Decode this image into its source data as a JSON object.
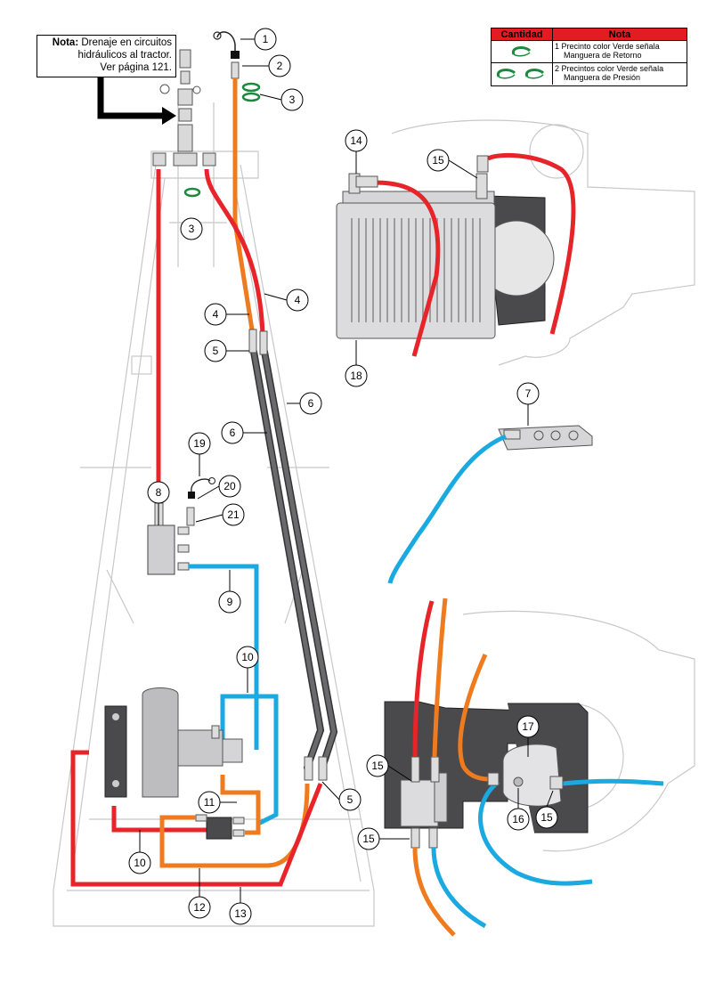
{
  "note": {
    "label": "Nota:",
    "text_line1": "Drenaje en circuitos",
    "text_line2": "hidráulicos al tractor.",
    "text_line3": "Ver página 121."
  },
  "legend": {
    "header_qty": "Cantidad",
    "header_note": "Nota",
    "rows": [
      {
        "line1": "1 Precinto color Verde señala",
        "line2": "Manguera de Retorno"
      },
      {
        "line1": "2 Precintos color Verde señala",
        "line2": "Manguera de Presión"
      }
    ]
  },
  "colors": {
    "red_hose": "#e8242b",
    "orange_hose": "#f07a1e",
    "blue_hose": "#1aa9e0",
    "gray_hose": "#5a5a5c",
    "tie_green": "#1b8a3e",
    "dark_metal": "#4a4a4c"
  },
  "callouts": [
    "1",
    "2",
    "3",
    "3",
    "4",
    "4",
    "5",
    "5",
    "6",
    "6",
    "7",
    "8",
    "9",
    "10",
    "10",
    "11",
    "12",
    "13",
    "14",
    "15",
    "15",
    "15",
    "15",
    "16",
    "17",
    "18",
    "19",
    "20",
    "21"
  ]
}
